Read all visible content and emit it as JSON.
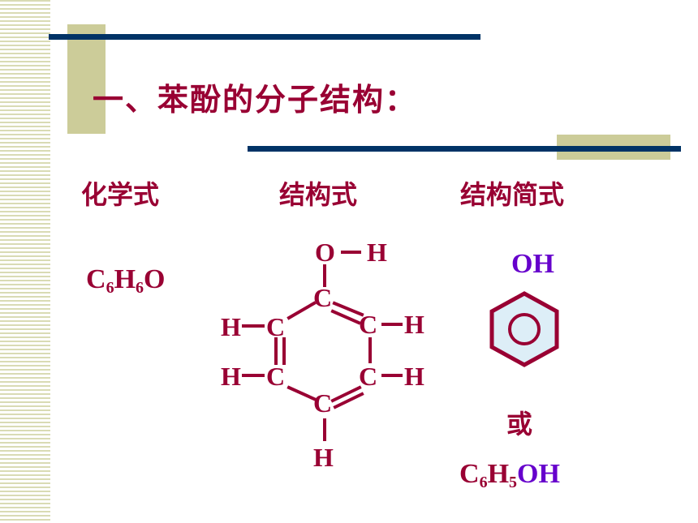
{
  "slide": {
    "title": "一、苯酚的分子结构：",
    "labels": {
      "chemical_formula": "化学式",
      "structural_formula": "结构式",
      "simplified_structure": "结构简式"
    },
    "molecular_formula": {
      "c": "C",
      "c_sub": "6",
      "h": "H",
      "h_sub": "6",
      "o": "O"
    },
    "structure_atoms": {
      "o": "O",
      "h_top": "H",
      "c1": "C",
      "c2": "C",
      "c3": "C",
      "c4": "C",
      "c5": "C",
      "c6": "C",
      "h_right_upper": "H",
      "h_right_lower": "H",
      "h_left_upper": "H",
      "h_left_lower": "H",
      "h_bottom": "H"
    },
    "simplified": {
      "oh": "OH",
      "or": "或",
      "condensed": {
        "c": "C",
        "c_sub": "6",
        "h": "H",
        "h_sub": "5",
        "oh": "OH"
      }
    },
    "colors": {
      "text": "#990033",
      "accent": "#6600cc",
      "bar": "#003366",
      "olive": "#cccc99",
      "ring_fill": "#ddeef7"
    }
  }
}
